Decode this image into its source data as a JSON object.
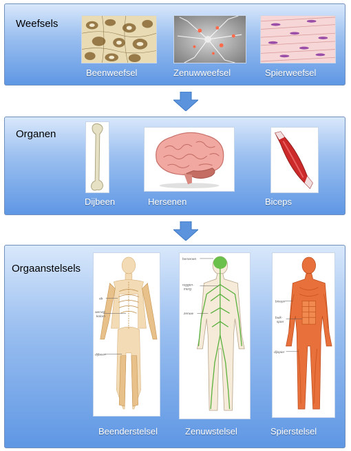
{
  "levels": [
    {
      "title": "Weefsels",
      "items": [
        {
          "label": "Beenweefsel",
          "icon": "bone-tissue-image"
        },
        {
          "label": "Zenuwweefsel",
          "icon": "nerve-tissue-image"
        },
        {
          "label": "Spierweefsel",
          "icon": "muscle-tissue-image"
        }
      ]
    },
    {
      "title": "Organen",
      "items": [
        {
          "label": "Dijbeen",
          "icon": "femur-image"
        },
        {
          "label": "Hersenen",
          "icon": "brain-image"
        },
        {
          "label": "Biceps",
          "icon": "biceps-image"
        }
      ]
    },
    {
      "title": "Orgaanstelsels",
      "items": [
        {
          "label": "Beenderstelsel",
          "icon": "skeleton-image",
          "annotations": [
            "rib",
            "wervel-",
            "kolom",
            "dijbeen"
          ]
        },
        {
          "label": "Zenuwstelsel",
          "icon": "nervous-system-image",
          "annotations": [
            "hersenen",
            "ruggen-",
            "merg",
            "zenuw"
          ]
        },
        {
          "label": "Spierstelsel",
          "icon": "muscular-system-image",
          "annotations": [
            "biceps",
            "buik-",
            "spier",
            "dijspier"
          ]
        }
      ]
    }
  ],
  "colors": {
    "panel_top": "#d9e8fb",
    "panel_bottom": "#5f97e4",
    "arrow": "#5b94dc",
    "caption": "#ffffff"
  }
}
